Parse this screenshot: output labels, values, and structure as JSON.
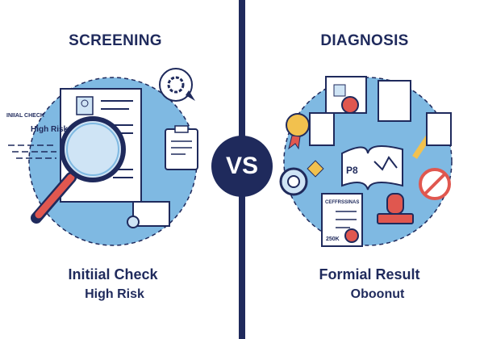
{
  "left": {
    "title": "SCREENING",
    "doc_small_text": "INIIAL CHECK",
    "doc_risk_text": "High Risk",
    "label": "Initiial Check",
    "sublabel": "High Risk"
  },
  "center": {
    "vs": "VS"
  },
  "right": {
    "title": "DIAGNOSIS",
    "cert_title": "CEFFRSSINAS",
    "cert_value": "250K",
    "chart_label": "P8",
    "label": "Formial Result",
    "sublabel": "Oboonut"
  },
  "colors": {
    "navy": "#1f2a5c",
    "circle": "#7fb9e2",
    "accent_red": "#e0574f",
    "accent_yellow": "#f2c14e"
  }
}
